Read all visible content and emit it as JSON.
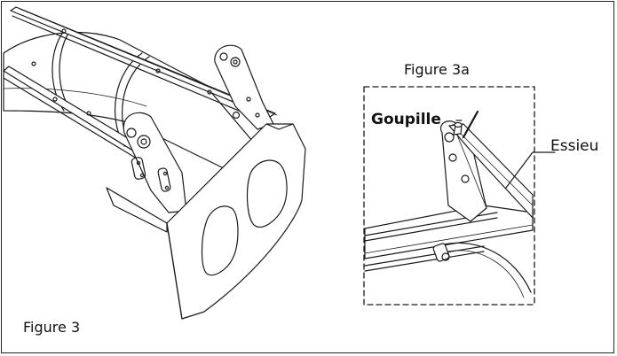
{
  "figure_main": {
    "caption": "Figure 3"
  },
  "figure_detail": {
    "caption": "Figure 3a",
    "callouts": {
      "pin": "Goupille",
      "axle": "Essieu"
    }
  },
  "colors": {
    "line": "#1a1a1a",
    "fill": "#ffffff",
    "shade": "#e6e6e6"
  }
}
